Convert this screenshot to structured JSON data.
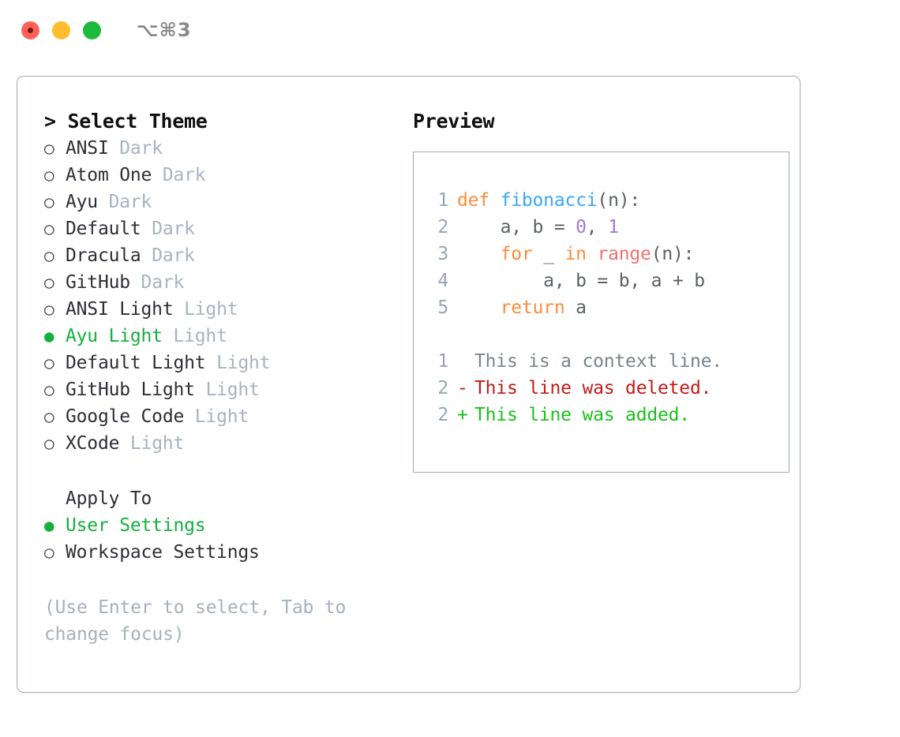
{
  "window": {
    "shortcut": "⌥⌘3",
    "traffic_lights": [
      "close-button",
      "minimize-button",
      "maximize-button"
    ],
    "colors": {
      "close": "#ff6159",
      "minimize": "#ffbd2e",
      "maximize": "#1db93a",
      "accent_green": "#14b03c",
      "border": "#9fa8bb",
      "muted": "#aab2c0"
    }
  },
  "left": {
    "title": "> Select Theme",
    "themes": [
      {
        "bullet": "○",
        "name": "ANSI",
        "kind": "Dark",
        "selected": false
      },
      {
        "bullet": "○",
        "name": "Atom One",
        "kind": "Dark",
        "selected": false
      },
      {
        "bullet": "○",
        "name": "Ayu",
        "kind": "Dark",
        "selected": false
      },
      {
        "bullet": "○",
        "name": "Default",
        "kind": "Dark",
        "selected": false
      },
      {
        "bullet": "○",
        "name": "Dracula",
        "kind": "Dark",
        "selected": false
      },
      {
        "bullet": "○",
        "name": "GitHub",
        "kind": "Dark",
        "selected": false
      },
      {
        "bullet": "○",
        "name": "ANSI Light",
        "kind": "Light",
        "selected": false
      },
      {
        "bullet": "●",
        "name": "Ayu Light",
        "kind": "Light",
        "selected": true
      },
      {
        "bullet": "○",
        "name": "Default Light",
        "kind": "Light",
        "selected": false
      },
      {
        "bullet": "○",
        "name": "GitHub Light",
        "kind": "Light",
        "selected": false
      },
      {
        "bullet": "○",
        "name": "Google Code",
        "kind": "Light",
        "selected": false
      },
      {
        "bullet": "○",
        "name": "XCode",
        "kind": "Light",
        "selected": false
      }
    ],
    "apply_to_header": "Apply To",
    "apply_to": [
      {
        "bullet": "●",
        "name": "User Settings",
        "selected": true
      },
      {
        "bullet": "○",
        "name": "Workspace Settings",
        "selected": false
      }
    ],
    "hint": "(Use Enter to select, Tab to change focus)"
  },
  "right": {
    "title": "Preview",
    "code_lines": [
      {
        "no": "1",
        "tokens": [
          {
            "t": "def ",
            "c": "tk-kw"
          },
          {
            "t": "fibonacci",
            "c": "tk-fn"
          },
          {
            "t": "(n):",
            "c": "tk-pln"
          }
        ]
      },
      {
        "no": "2",
        "tokens": [
          {
            "t": "    a, b = ",
            "c": "tk-pln"
          },
          {
            "t": "0",
            "c": "tk-num"
          },
          {
            "t": ", ",
            "c": "tk-pln"
          },
          {
            "t": "1",
            "c": "tk-num"
          }
        ]
      },
      {
        "no": "3",
        "tokens": [
          {
            "t": "    ",
            "c": "tk-pln"
          },
          {
            "t": "for",
            "c": "tk-kw"
          },
          {
            "t": " _ ",
            "c": "tk-pln"
          },
          {
            "t": "in",
            "c": "tk-kw"
          },
          {
            "t": " ",
            "c": "tk-pln"
          },
          {
            "t": "range",
            "c": "tk-bi"
          },
          {
            "t": "(n):",
            "c": "tk-pln"
          }
        ]
      },
      {
        "no": "4",
        "tokens": [
          {
            "t": "        a, b = b, a + b",
            "c": "tk-pln"
          }
        ]
      },
      {
        "no": "5",
        "tokens": [
          {
            "t": "    ",
            "c": "tk-pln"
          },
          {
            "t": "return",
            "c": "tk-kw"
          },
          {
            "t": " a",
            "c": "tk-pln"
          }
        ]
      }
    ],
    "diff_lines": [
      {
        "no": "1",
        "marker": " ",
        "text": "This is a context line.",
        "cls": "dl-ctx"
      },
      {
        "no": "2",
        "marker": "-",
        "text": "This line was deleted.",
        "cls": "dl-del"
      },
      {
        "no": "2",
        "marker": "+",
        "text": "This line was added.",
        "cls": "dl-add"
      }
    ]
  }
}
